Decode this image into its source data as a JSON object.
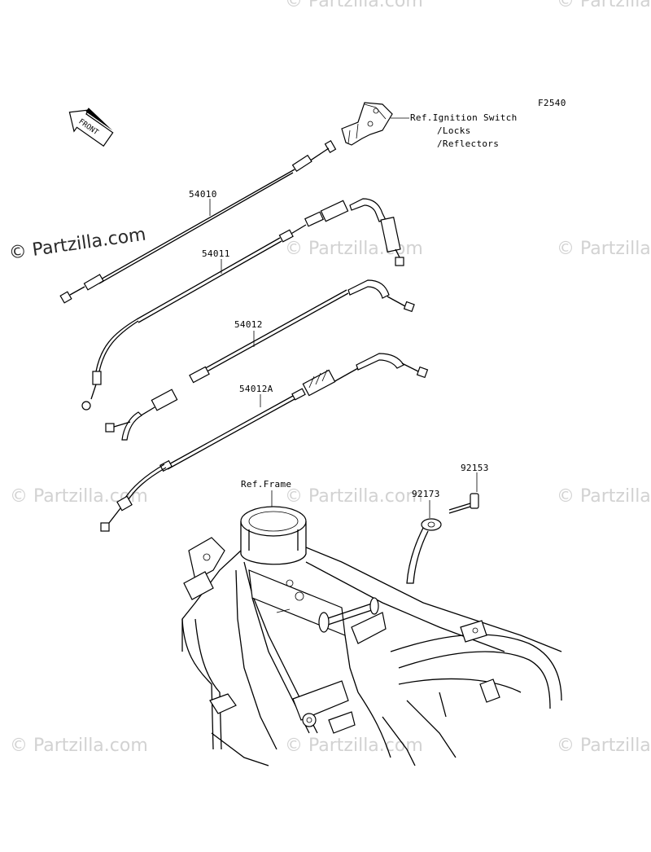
{
  "figure_code": "F2540",
  "watermark": "© Partzilla.com",
  "front_arrow": "FRONT",
  "labels": {
    "p54010": "54010",
    "p54011": "54011",
    "p54012": "54012",
    "p54012a": "54012A",
    "p92153": "92153",
    "p92173": "92173",
    "ref_ignition_1": "Ref.Ignition Switch",
    "ref_ignition_2": "/Locks",
    "ref_ignition_3": "/Reflectors",
    "ref_frame": "Ref.Frame"
  }
}
